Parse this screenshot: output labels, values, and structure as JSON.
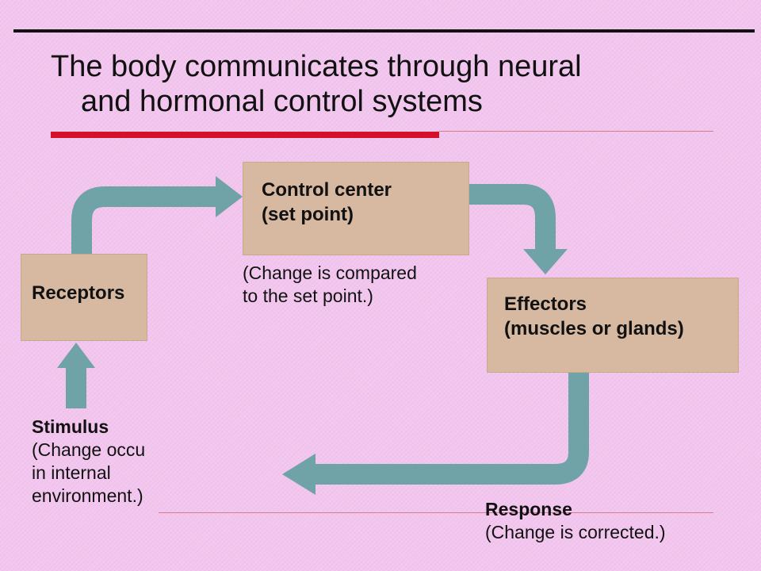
{
  "title": {
    "line1": "The body communicates through neural",
    "line2": "and hormonal control systems"
  },
  "diagram": {
    "control_center": {
      "line1": "Control center",
      "line2": "(set point)"
    },
    "compare_note": {
      "line1": "(Change is compared",
      "line2": "to the set point.)"
    },
    "receptors": {
      "label": "Receptors"
    },
    "effectors": {
      "line1": "Effectors",
      "line2": "(muscles or glands)"
    },
    "stimulus": {
      "label": "Stimulus",
      "line1": "(Change occu",
      "line2": "in internal",
      "line3": "environment.)"
    },
    "response": {
      "label": "Response",
      "line1": "(Change is corrected.)"
    }
  },
  "colors": {
    "background": "#f2c6ee",
    "box_fill": "#d6b9a0",
    "arrow": "#6fa3a8",
    "accent_red": "#d3122a",
    "text": "#111111"
  }
}
